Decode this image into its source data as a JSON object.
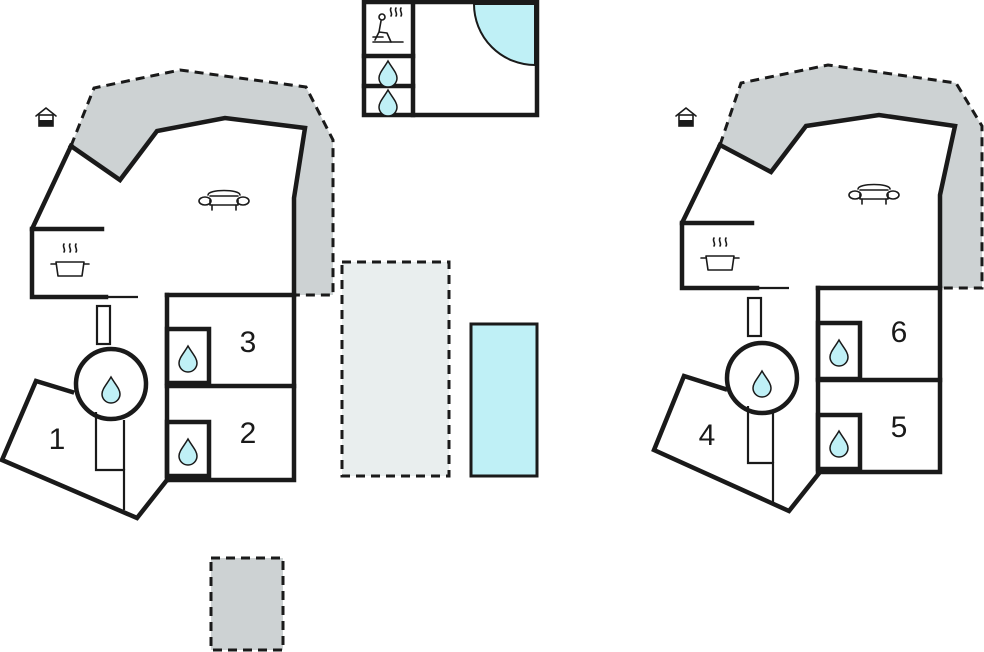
{
  "colors": {
    "wall": "#1a1a1a",
    "terrace": "#cdd2d3",
    "pool_area": "#e9eeee",
    "pool_water": "#bff0f6",
    "water_drop": "#bff0f6",
    "background": "#ffffff"
  },
  "rooms_left": {
    "room_1": "1",
    "room_2": "2",
    "room_3": "3"
  },
  "rooms_right": {
    "room_4": "4",
    "room_5": "5",
    "room_6": "6"
  },
  "icons": {
    "entrance": "house-icon",
    "living": "sofa-icon",
    "kitchen": "cooking-pot-icon",
    "bathroom": "water-drop-icon",
    "sauna": "sauna-icon",
    "whirlpool": "whirlpool-icon"
  }
}
